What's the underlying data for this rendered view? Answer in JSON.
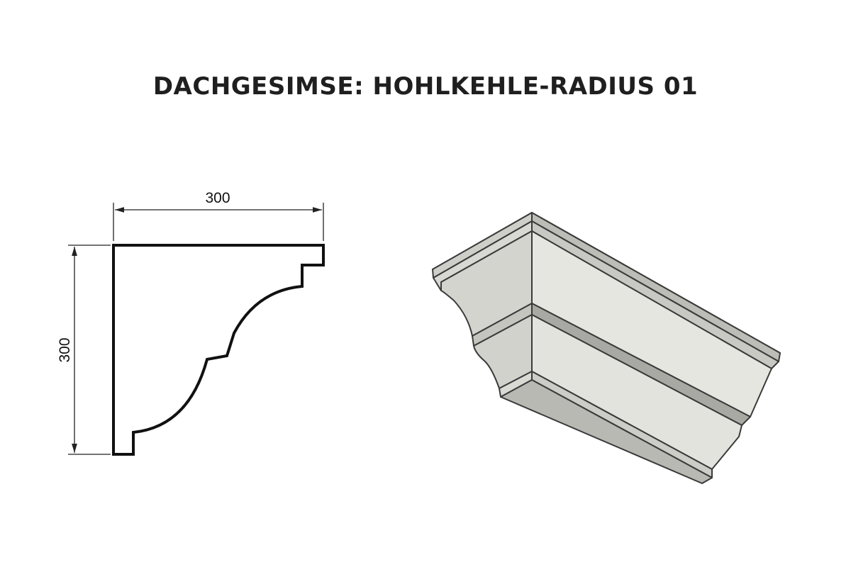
{
  "title": "DACHGESIMSE: HOHLKEHLE-RADIUS 01",
  "profile_drawing": {
    "width_dimension": "300",
    "height_dimension": "300"
  },
  "colors": {
    "outline": "#111111",
    "dimension_lines": "#222222",
    "model_face_light": "#e6e6e1",
    "model_face_mid": "#d6d6d0",
    "model_face_dark": "#a9a9a4",
    "model_edge": "#3a3a3a"
  }
}
